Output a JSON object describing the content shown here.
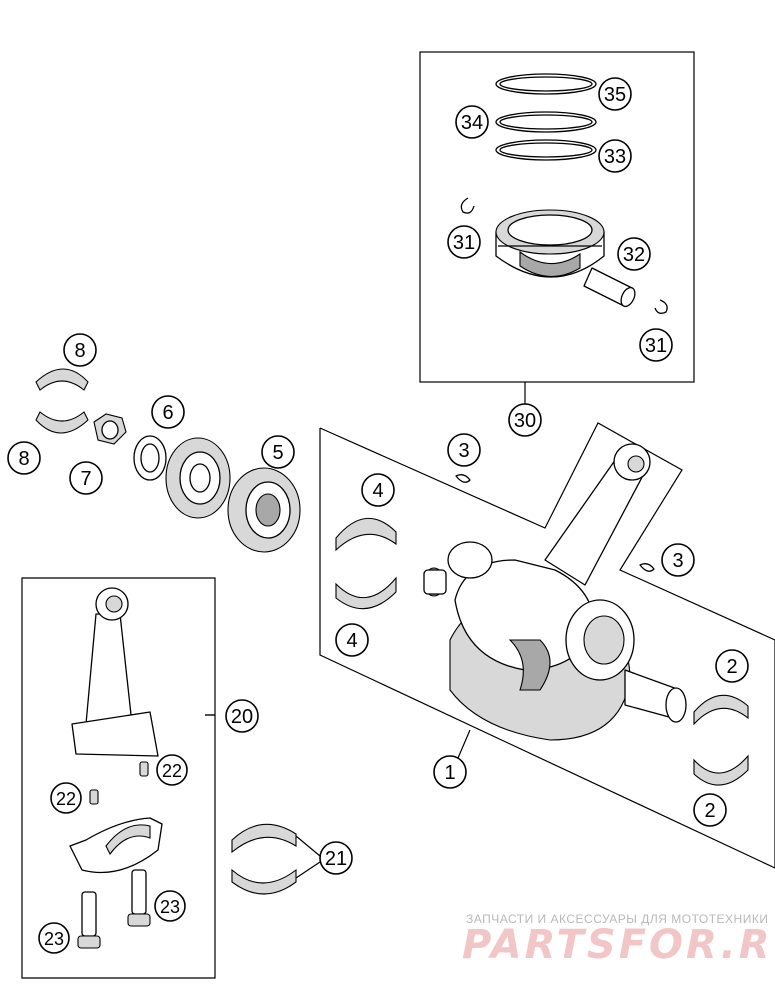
{
  "callouts": {
    "c1": "1",
    "c2a": "2",
    "c2b": "2",
    "c3a": "3",
    "c3b": "3",
    "c4a": "4",
    "c4b": "4",
    "c5": "5",
    "c6": "6",
    "c7": "7",
    "c8a": "8",
    "c8b": "8",
    "c20": "20",
    "c21": "21",
    "c22a": "22",
    "c22b": "22",
    "c23a": "23",
    "c23b": "23",
    "c30": "30",
    "c31a": "31",
    "c31b": "31",
    "c32": "32",
    "c33": "33",
    "c34": "34",
    "c35": "35"
  },
  "watermark": {
    "tagline": "ЗАПЧАСТИ И АКСЕССУАРЫ ДЛЯ МОТОТЕХНИКИ",
    "brand": "PARTSFOR.RU"
  }
}
